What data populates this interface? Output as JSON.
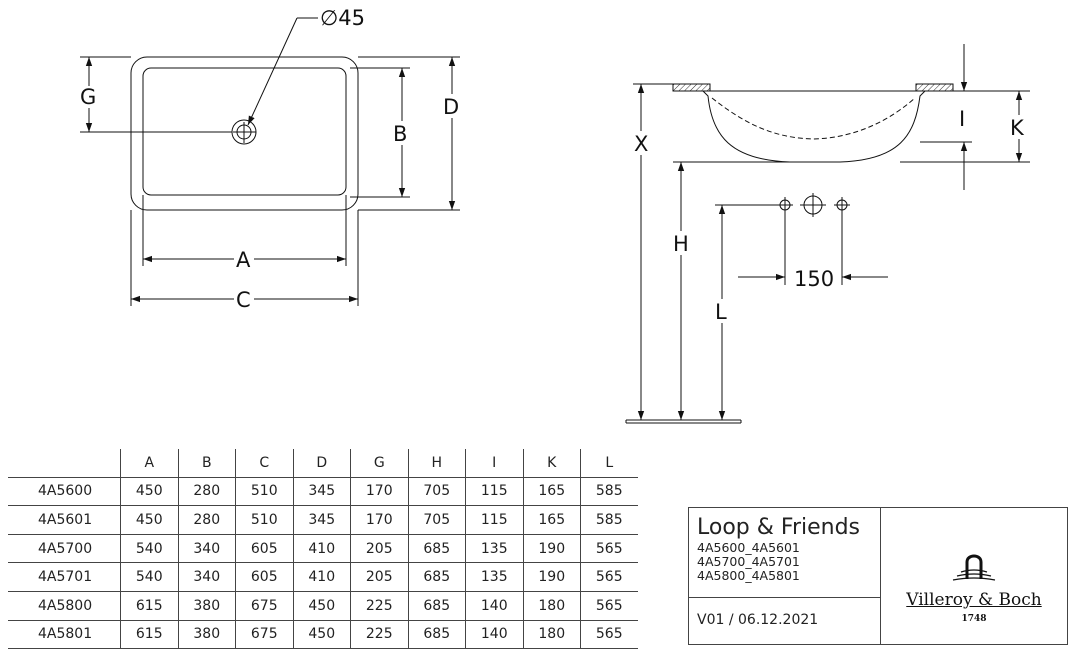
{
  "drawing": {
    "drain_diameter": "∅45",
    "dim_labels": {
      "G": "G",
      "B": "B",
      "D": "D",
      "A": "A",
      "C": "C",
      "X": "X",
      "H": "H",
      "L": "L",
      "I": "I",
      "K": "K"
    },
    "tap_spacing": "150"
  },
  "table": {
    "headers": [
      "A",
      "B",
      "C",
      "D",
      "G",
      "H",
      "I",
      "K",
      "L"
    ],
    "rows": [
      {
        "model": "4A5600",
        "values": [
          "450",
          "280",
          "510",
          "345",
          "170",
          "705",
          "115",
          "165",
          "585"
        ]
      },
      {
        "model": "4A5601",
        "values": [
          "450",
          "280",
          "510",
          "345",
          "170",
          "705",
          "115",
          "165",
          "585"
        ]
      },
      {
        "model": "4A5700",
        "values": [
          "540",
          "340",
          "605",
          "410",
          "205",
          "685",
          "135",
          "190",
          "565"
        ]
      },
      {
        "model": "4A5701",
        "values": [
          "540",
          "340",
          "605",
          "410",
          "205",
          "685",
          "135",
          "190",
          "565"
        ]
      },
      {
        "model": "4A5800",
        "values": [
          "615",
          "380",
          "675",
          "450",
          "225",
          "685",
          "140",
          "180",
          "565"
        ]
      },
      {
        "model": "4A5801",
        "values": [
          "615",
          "380",
          "675",
          "450",
          "225",
          "685",
          "140",
          "180",
          "565"
        ]
      }
    ]
  },
  "title_block": {
    "product_name": "Loop & Friends",
    "model_lines": [
      "4A5600_4A5601",
      "4A5700_4A5701",
      "4A5800_4A5801"
    ],
    "version": "V01 / 06.12.2021",
    "brand": "Villeroy & Boch",
    "year": "1748"
  }
}
